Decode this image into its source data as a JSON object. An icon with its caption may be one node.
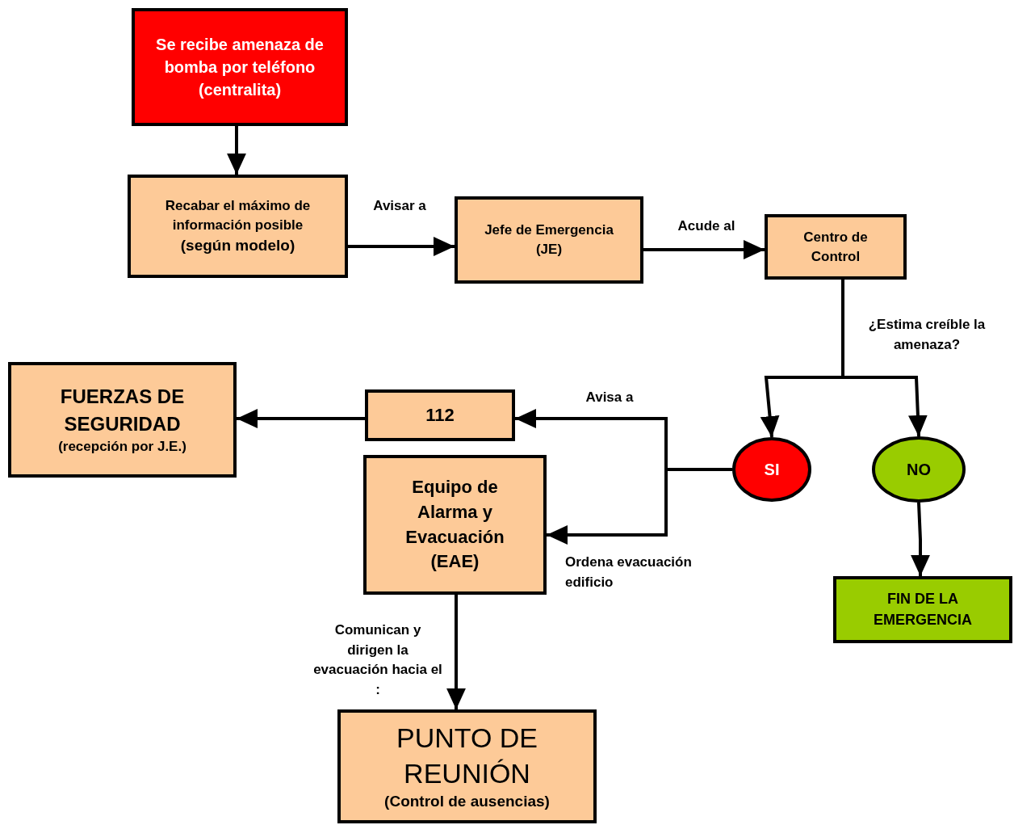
{
  "diagram": {
    "nodes": [
      {
        "text": [
          "Se recibe amenaza de bomba por teléfono (centralita)"
        ]
      },
      {
        "text": [
          "Recabar el máximo de información posible",
          "(según modelo)"
        ]
      },
      {
        "text": [
          "Jefe de Emergencia (JE)"
        ]
      },
      {
        "text": [
          "Centro de Control"
        ]
      },
      {
        "text": [
          "FUERZAS DE SEGURIDAD",
          "(recepción por J.E.)"
        ]
      },
      {
        "text": [
          "112"
        ]
      },
      {
        "text": [
          "SI"
        ]
      },
      {
        "text": [
          "NO"
        ]
      },
      {
        "text": [
          "Equipo de Alarma y Evacuación (EAE)"
        ]
      },
      {
        "text": [
          "FIN DE LA EMERGENCIA"
        ]
      },
      {
        "text": [
          "PUNTO DE REUNIÓN",
          "(Control de ausencias)"
        ]
      }
    ],
    "edges": [
      {
        "from": 0,
        "to": 1,
        "arrow": "to"
      },
      {
        "from": 1,
        "to": 2,
        "arrow": "to",
        "label": "Avisar a"
      },
      {
        "from": 2,
        "to": 3,
        "arrow": "to",
        "label": "Acude al"
      },
      {
        "from": 3,
        "to": 6,
        "arrow": "to",
        "label": "¿Estima creíble la amenaza?"
      },
      {
        "from": 3,
        "to": 7,
        "arrow": "to"
      },
      {
        "from": 6,
        "to": 5,
        "arrow": "to",
        "label": "Avisa a"
      },
      {
        "from": 6,
        "to": 8,
        "arrow": "to",
        "label": "Ordena evacuación edificio"
      },
      {
        "from": 5,
        "to": 4,
        "arrow": "to"
      },
      {
        "from": 7,
        "to": 9,
        "arrow": "to"
      },
      {
        "from": 8,
        "to": 10,
        "arrow": "to",
        "label": "Comunican y dirigen la evacuación hacia el :"
      }
    ]
  }
}
